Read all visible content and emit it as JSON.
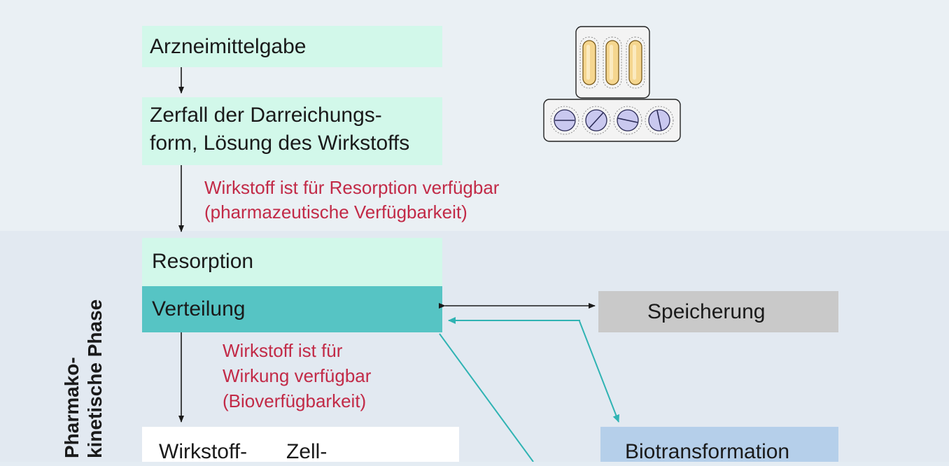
{
  "phase_label": [
    "Pharmako-",
    "kinetische Phase"
  ],
  "steps": {
    "administration": "Arzneimittelgabe",
    "dissolution": [
      "Zerfall der Darreichungs-",
      "form, Lösung des Wirkstoffs"
    ],
    "absorption": "Resorption",
    "distribution": "Verteilung",
    "storage": "Speicherung",
    "biotransformation": "Biotransformation"
  },
  "annotations": {
    "pharmaceutical_availability": [
      "Wirkstoff ist für Resorption verfügbar",
      "(pharmazeutische Verfügbarkeit)"
    ],
    "bioavailability": [
      "Wirkstoff ist für",
      "Wirkung verfügbar",
      "(Bioverfügbarkeit)"
    ]
  },
  "bottom_box": [
    "Wirkstoff-",
    "Zell-"
  ],
  "colors": {
    "mint": "#d2f8ea",
    "teal": "#56c4c4",
    "grey": "#c9c9c9",
    "light_blue": "#b5cfea",
    "annotation_red": "#c22a47"
  },
  "icons": [
    "capsule-blister-icon",
    "tablet-blister-icon"
  ]
}
